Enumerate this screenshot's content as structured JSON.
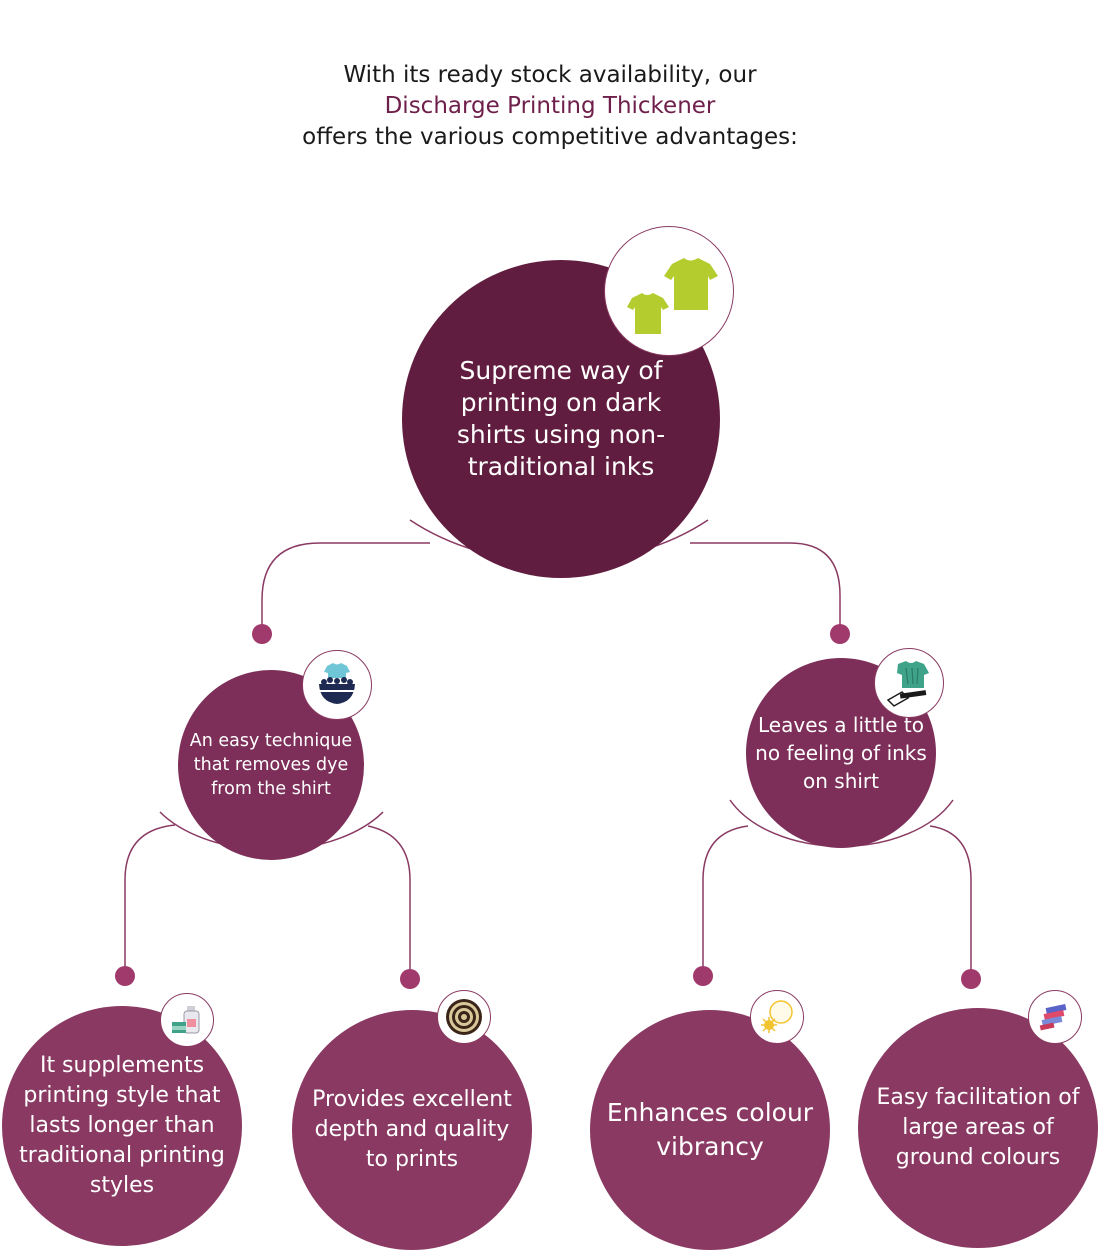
{
  "intro": {
    "line1": "With its ready stock availability, our",
    "highlight": "Discharge Printing Thickener",
    "line3": "offers the various competitive advantages:"
  },
  "colors": {
    "main_circle": "#611d3f",
    "mid_circle": "#7d2f59",
    "leaf_circle": "#8a3a62",
    "connector": "#8a3a62",
    "dot": "#a13a6c",
    "highlight_text": "#6e1f4a"
  },
  "main": {
    "text": "Supreme way of printing on dark shirts using non-traditional inks",
    "icon": "two-tshirts-icon"
  },
  "level2": [
    {
      "text": "An easy technique that removes dye from the shirt",
      "icon": "washing-bowl-icon"
    },
    {
      "text": "Leaves a little to no feeling of inks on shirt",
      "icon": "screen-print-tshirt-icon"
    }
  ],
  "level3": [
    {
      "text": "It supplements printing style that lasts longer than traditional printing styles",
      "icon": "detergent-bottle-icon"
    },
    {
      "text": "Provides excellent depth and quality to prints",
      "icon": "spiral-pattern-icon"
    },
    {
      "text": "Enhances colour vibrancy",
      "icon": "color-burst-icon"
    },
    {
      "text": "Easy facilitation of large areas of ground colours",
      "icon": "color-swatches-icon"
    }
  ]
}
